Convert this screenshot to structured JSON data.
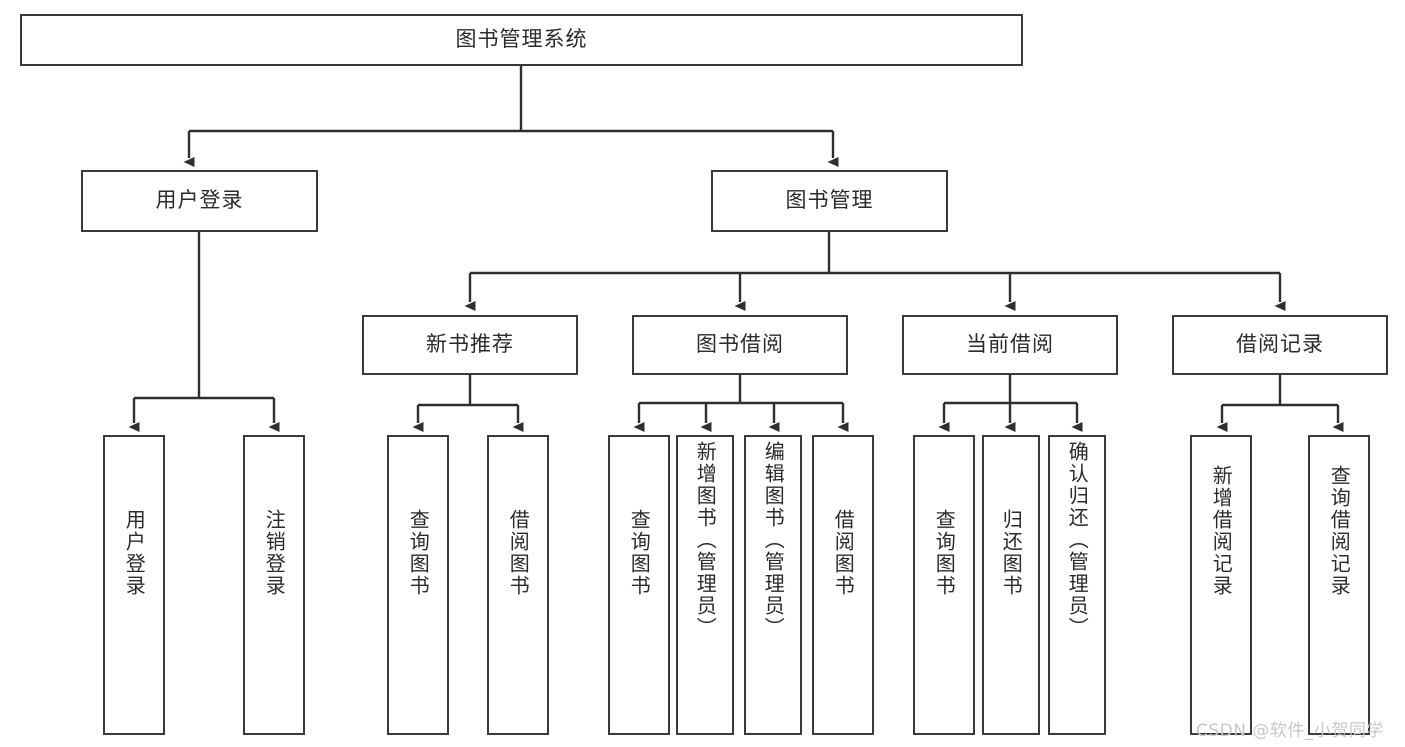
{
  "diagram": {
    "title": "图书管理系统",
    "type": "hierarchy-tree",
    "colors": {
      "box_border": "#3a3a3a",
      "box_fill": "#ffffff",
      "connector": "#2f2f2f",
      "text": "#2b2b2b",
      "watermark": "#c8c8c8"
    },
    "levels": [
      {
        "level": 1,
        "nodes": [
          {
            "id": "root",
            "label": "图书管理系统",
            "orientation": "horizontal"
          }
        ]
      },
      {
        "level": 2,
        "nodes": [
          {
            "id": "login",
            "label": "用户登录",
            "orientation": "horizontal",
            "parent": "root"
          },
          {
            "id": "bookmgmt",
            "label": "图书管理",
            "orientation": "horizontal",
            "parent": "root"
          }
        ]
      },
      {
        "level": 3,
        "nodes": [
          {
            "id": "newbook",
            "label": "新书推荐",
            "orientation": "horizontal",
            "parent": "bookmgmt"
          },
          {
            "id": "borrow",
            "label": "图书借阅",
            "orientation": "horizontal",
            "parent": "bookmgmt"
          },
          {
            "id": "current",
            "label": "当前借阅",
            "orientation": "horizontal",
            "parent": "bookmgmt"
          },
          {
            "id": "record",
            "label": "借阅记录",
            "orientation": "horizontal",
            "parent": "bookmgmt"
          }
        ]
      },
      {
        "level": 4,
        "nodes": [
          {
            "id": "leaf-1",
            "label": "用户登录",
            "orientation": "vertical",
            "parent": "login"
          },
          {
            "id": "leaf-2",
            "label": "注销登录",
            "orientation": "vertical",
            "parent": "login"
          },
          {
            "id": "leaf-3",
            "label": "查询图书",
            "orientation": "vertical",
            "parent": "newbook"
          },
          {
            "id": "leaf-4",
            "label": "借阅图书",
            "orientation": "vertical",
            "parent": "newbook"
          },
          {
            "id": "leaf-5",
            "label": "查询图书",
            "orientation": "vertical",
            "parent": "borrow"
          },
          {
            "id": "leaf-6",
            "label": "新增图书（管理员）",
            "orientation": "vertical",
            "parent": "borrow"
          },
          {
            "id": "leaf-7",
            "label": "编辑图书（管理员）",
            "orientation": "vertical",
            "parent": "borrow"
          },
          {
            "id": "leaf-8",
            "label": "借阅图书",
            "orientation": "vertical",
            "parent": "borrow"
          },
          {
            "id": "leaf-9",
            "label": "查询图书",
            "orientation": "vertical",
            "parent": "current"
          },
          {
            "id": "leaf-10",
            "label": "归还图书",
            "orientation": "vertical",
            "parent": "current"
          },
          {
            "id": "leaf-11",
            "label": "确认归还（管理员）",
            "orientation": "vertical",
            "parent": "current"
          },
          {
            "id": "leaf-12",
            "label": "新增借阅记录",
            "orientation": "vertical",
            "parent": "record"
          },
          {
            "id": "leaf-13",
            "label": "查询借阅记录",
            "orientation": "vertical",
            "parent": "record"
          }
        ]
      }
    ]
  },
  "watermark": {
    "text": "CSDN @软件_小贺同学"
  }
}
